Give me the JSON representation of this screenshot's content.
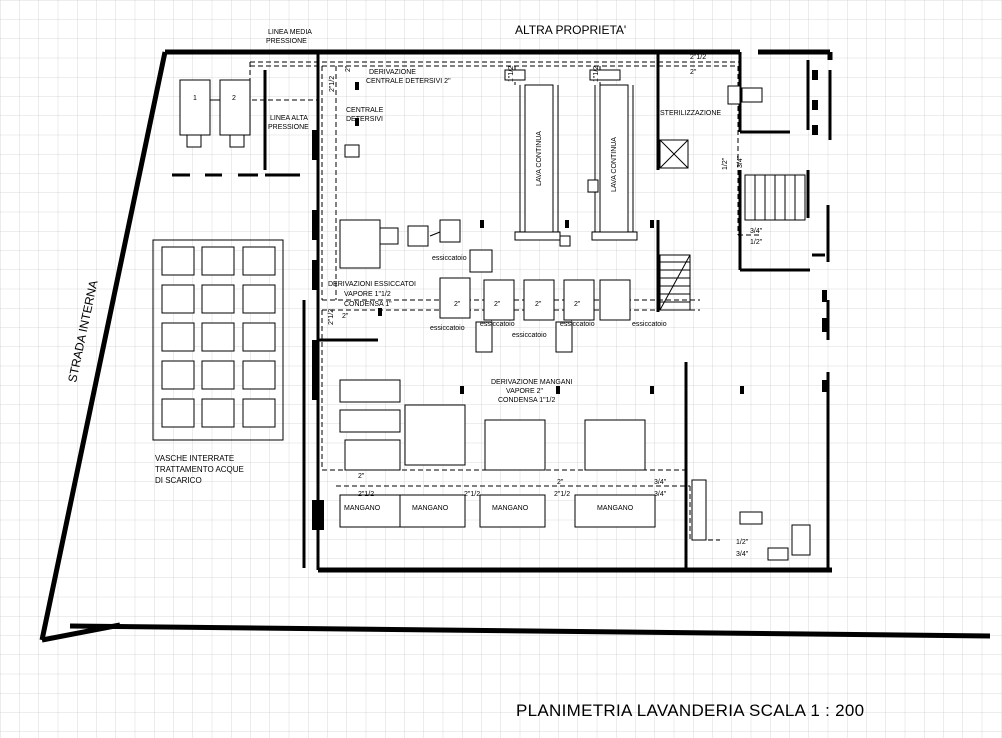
{
  "labels": {
    "altra_proprieta": "ALTRA PROPRIETA'",
    "strada_interna": "STRADA INTERNA",
    "linea_media_1": "LINEA MEDIA",
    "linea_media_2": "PRESSIONE",
    "linea_alta_1": "LINEA ALTA",
    "linea_alta_2": "PRESSIONE",
    "deriv_detersivi_1": "DERIVAZIONE",
    "deriv_detersivi_2": "CENTRALE DETERSIVI 2\"",
    "centrale_1": "CENTRALE",
    "centrale_2": "DETERSIVI",
    "lava_continua": "LAVA CONTINUA",
    "sterilizzazione": "STERILIZZAZIONE",
    "boiler_1": "1",
    "boiler_2": "2",
    "essiccatoio": "essiccatoio",
    "deriv_essiccatoi_1": "DERIVAZIONI ESSICCATOI",
    "deriv_essiccatoi_2": "VAPORE 1\"1/2",
    "deriv_essiccatoi_3": "CONDENSA 1\"",
    "deriv_mangani_1": "DERIVAZIONE MANGANI",
    "deriv_mangani_2": "VAPORE 2\"",
    "deriv_mangani_3": "CONDENSA 1\"1/2",
    "mangano": "MANGANO",
    "vasche_1": "VASCHE INTERRATE",
    "vasche_2": "TRATTAMENTO ACQUE",
    "vasche_3": "DI SCARICO",
    "plan_title": "PLANIMETRIA LAVANDERIA SCALA 1 : 200"
  },
  "pipe_sizes": {
    "two_inch": "2\"",
    "two_half": "2\"1/2",
    "one_half": "1\"1/2",
    "three_quarter": "3/4\"",
    "three_quarter_v": "3/4\"",
    "half_inch": "1/2\"",
    "one_inch": "1\""
  }
}
